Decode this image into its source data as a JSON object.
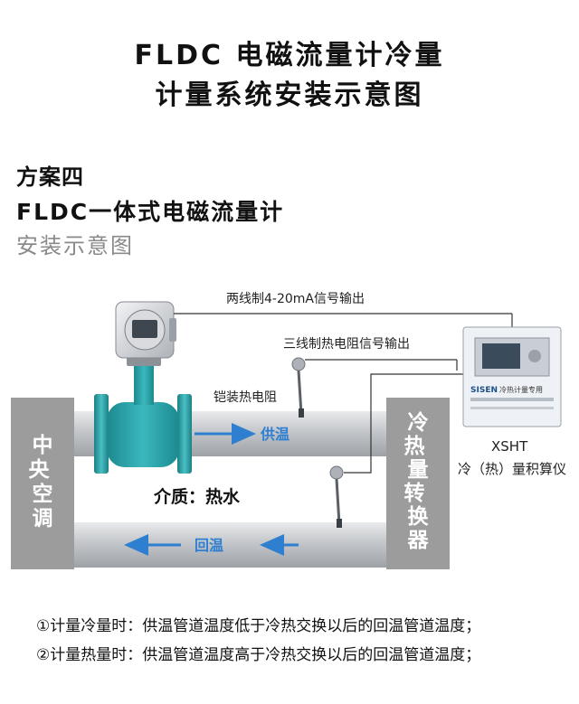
{
  "header": {
    "title_line1": "FLDC 电磁流量计冷量",
    "title_line2": "计量系统安装示意图"
  },
  "scheme": {
    "number": "方案四",
    "product": "FLDC一体式电磁流量计",
    "subtitle": "安装示意图"
  },
  "diagram": {
    "left_box": "中央空调",
    "right_box": "冷热量转换器",
    "supply_label": "供温",
    "return_label": "回温",
    "medium": "介质：热水",
    "signal_two_wire": "两线制4-20mA信号输出",
    "signal_three_wire": "三线制热电阻信号输出",
    "sensor_label": "铠装热电阻",
    "instrument_model": "XSHT",
    "instrument_name": "冷（热）量积算仪",
    "instrument_brand": "SISEN",
    "instrument_panel_text": "冷热计量专用",
    "colors": {
      "pipe": "#bfc2c6",
      "box": "#9c9c9c",
      "meter_body": "#2aa3a8",
      "arrow": "#2e7fd0"
    }
  },
  "notes": {
    "line1": "①计量冷量时：供温管道温度低于冷热交换以后的回温管道温度；",
    "line2": "②计量热量时：供温管道温度高于冷热交换以后的回温管道温度；"
  }
}
